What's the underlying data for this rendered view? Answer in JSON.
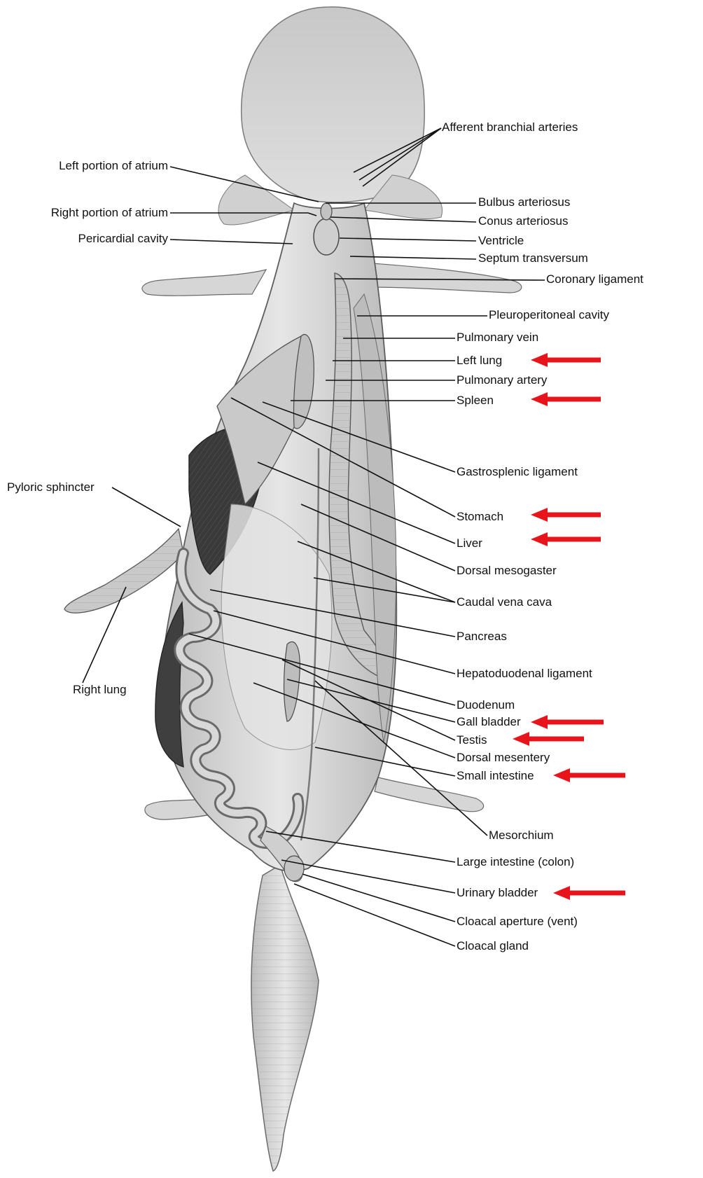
{
  "labels": {
    "afferent_branchial_arteries": "Afferent branchial arteries",
    "left_portion_of_atrium": "Left portion of atrium",
    "right_portion_of_atrium": "Right portion of atrium",
    "pericardial_cavity": "Pericardial cavity",
    "bulbus_arteriosus": "Bulbus arteriosus",
    "conus_arteriosus": "Conus arteriosus",
    "ventricle": "Ventricle",
    "septum_transversum": "Septum transversum",
    "coronary_ligament": "Coronary ligament",
    "pleuroperitoneal_cavity": "Pleuroperitoneal cavity",
    "pulmonary_vein": "Pulmonary vein",
    "left_lung": "Left lung",
    "pulmonary_artery": "Pulmonary artery",
    "spleen": "Spleen",
    "gastrosplenic_ligament": "Gastrosplenic ligament",
    "pyloric_sphincter": "Pyloric sphincter",
    "stomach": "Stomach",
    "liver": "Liver",
    "dorsal_mesogaster": "Dorsal mesogaster",
    "caudal_vena_cava": "Caudal vena cava",
    "pancreas": "Pancreas",
    "hepatoduodenal_ligament": "Hepatoduodenal ligament",
    "right_lung": "Right lung",
    "duodenum": "Duodenum",
    "gall_bladder": "Gall bladder",
    "testis": "Testis",
    "dorsal_mesentery": "Dorsal mesentery",
    "small_intestine": "Small intestine",
    "mesorchium": "Mesorchium",
    "large_intestine": "Large intestine (colon)",
    "urinary_bladder": "Urinary bladder",
    "cloacal_aperture": "Cloacal aperture (vent)",
    "cloacal_gland": "Cloacal gland"
  },
  "highlight_arrows": {
    "color": "#e8141c",
    "targets": [
      "Left lung",
      "Spleen",
      "Stomach",
      "Liver",
      "Gall bladder",
      "Testis",
      "Small intestine",
      "Urinary bladder"
    ]
  },
  "colors": {
    "specimen_fill": "#d9d9d9",
    "specimen_stroke": "#6a6a6a",
    "dark_tissue": "#3a3a3a",
    "leader_line": "#111111"
  }
}
